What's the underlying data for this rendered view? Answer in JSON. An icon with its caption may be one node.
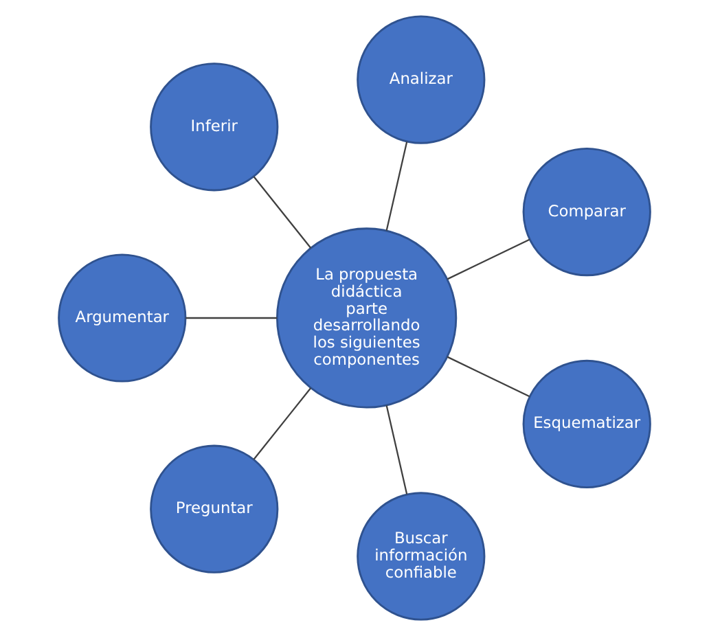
{
  "diagram": {
    "nodes": [
      {
        "text": [
          "La propuesta didáctica parte desarrollando los siguientes componentes"
        ]
      },
      {
        "text": [
          "Comparar"
        ]
      },
      {
        "text": [
          "Analizar"
        ]
      },
      {
        "text": [
          "Inferir"
        ]
      },
      {
        "text": [
          "Argumentar"
        ]
      },
      {
        "text": [
          "Preguntar"
        ]
      },
      {
        "text": [
          "Buscar información confiable"
        ]
      },
      {
        "text": [
          "Esquematizar"
        ]
      }
    ],
    "edges": [
      {
        "from": 0,
        "to": 1,
        "arrow": "none"
      },
      {
        "from": 0,
        "to": 2,
        "arrow": "none"
      },
      {
        "from": 0,
        "to": 3,
        "arrow": "none"
      },
      {
        "from": 0,
        "to": 4,
        "arrow": "none"
      },
      {
        "from": 0,
        "to": 5,
        "arrow": "none"
      },
      {
        "from": 0,
        "to": 6,
        "arrow": "none"
      },
      {
        "from": 0,
        "to": 7,
        "arrow": "none"
      }
    ]
  }
}
